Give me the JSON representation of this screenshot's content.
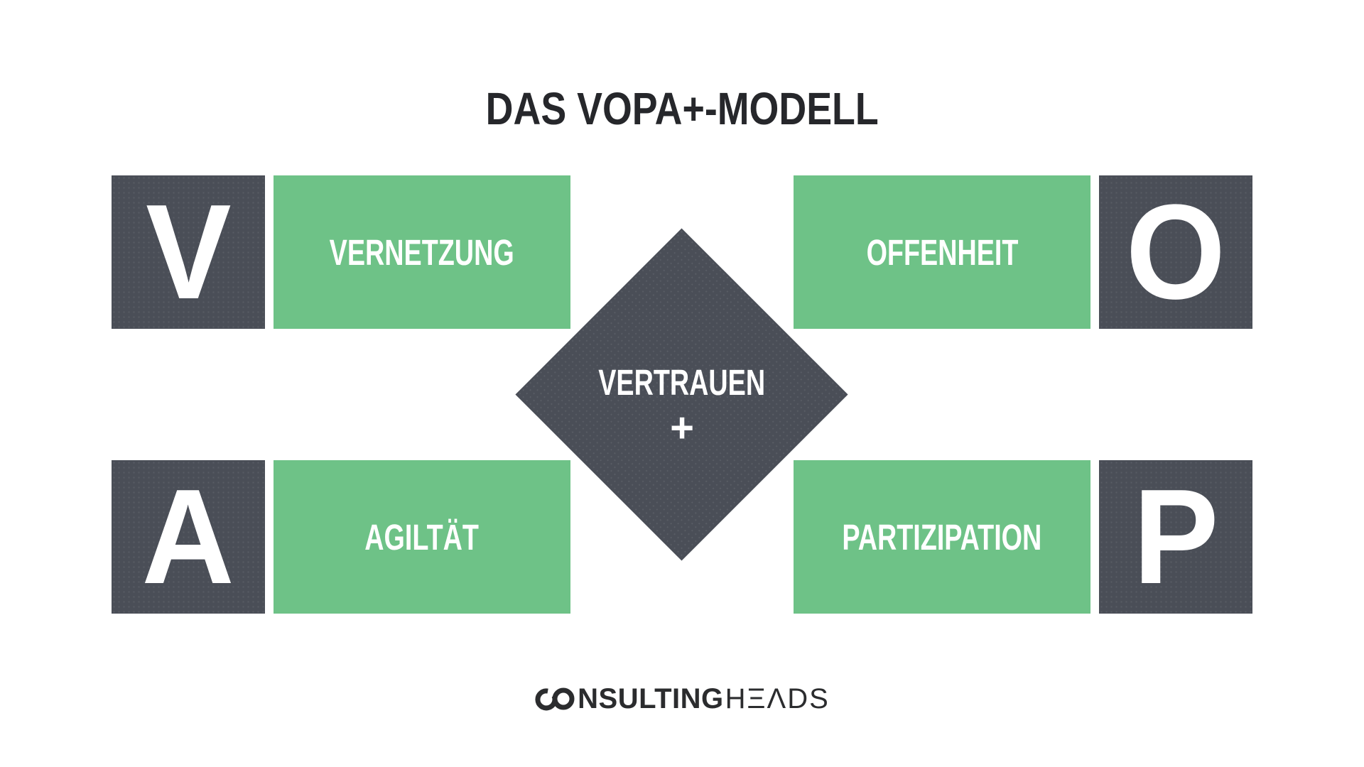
{
  "title": {
    "text": "DAS VOPA+-MODELL"
  },
  "model": {
    "quadrants": {
      "v": {
        "letter": "V",
        "label": "VERNETZUNG"
      },
      "o": {
        "letter": "O",
        "label": "OFFENHEIT"
      },
      "a": {
        "letter": "A",
        "label": "AGILTÄT"
      },
      "p": {
        "letter": "P",
        "label": "PARTIZIPATION"
      }
    },
    "center": {
      "line1": "VERTRAUEN",
      "line2": "+"
    }
  },
  "logo": {
    "full_wordmark": "CONSULTINGHEADS",
    "mark_letters": "CO",
    "bold_rest": "NSULTING",
    "light_display": "HΞΛDS"
  },
  "colors": {
    "slate": "#4A4E57",
    "green": "#6EC287",
    "title_text": "#26272B",
    "block_text": "#FFFFFF",
    "logo_text": "#2B2C2E",
    "background": "#FFFFFF"
  }
}
